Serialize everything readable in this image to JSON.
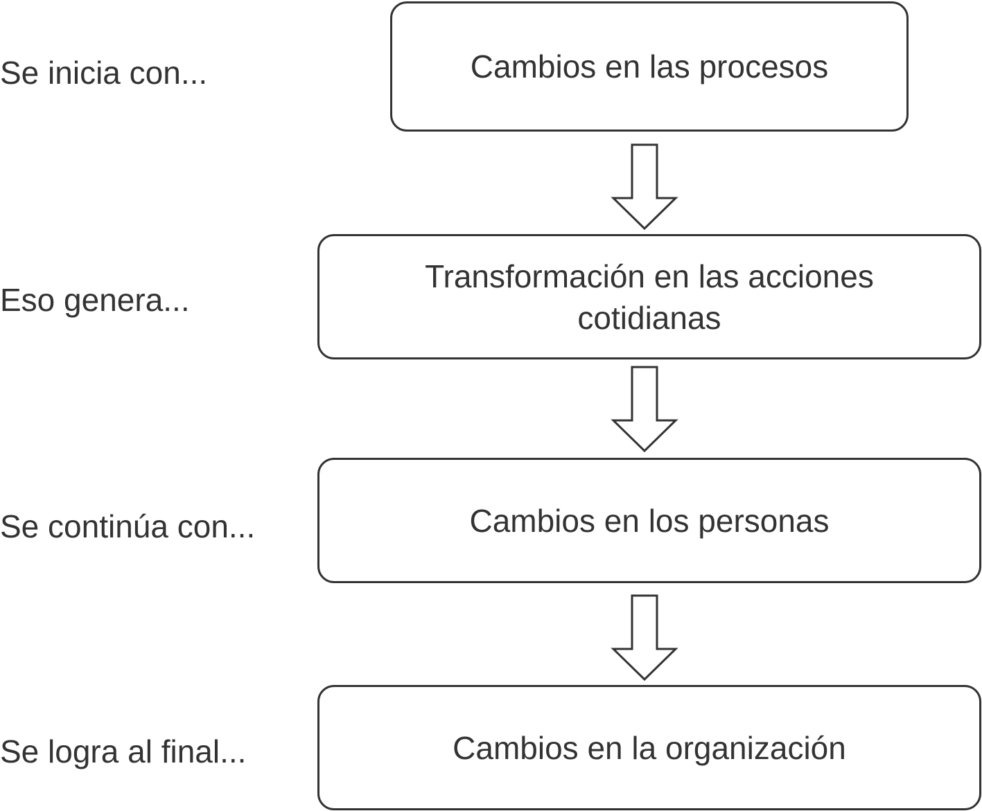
{
  "diagram": {
    "labels": [
      "Se inicia con...",
      "Eso genera...",
      "Se continúa con...",
      "Se logra al final..."
    ],
    "steps": [
      "Cambios en las procesos",
      "Transformación en las acciones cotidianas",
      "Cambios en los personas",
      "Cambios en la organización"
    ],
    "arrow_icon": "down-arrow-outline",
    "colors": {
      "stroke": "#333333",
      "text": "#333333",
      "background": "#ffffff"
    }
  }
}
